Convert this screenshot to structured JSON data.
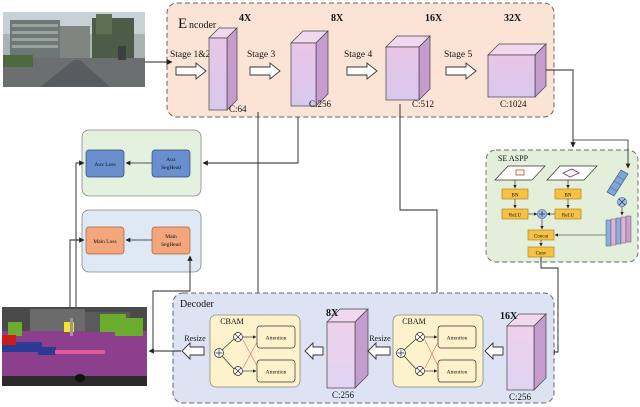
{
  "encoder": {
    "title_cap": "E",
    "title_rest": "ncoder",
    "scales": [
      "4X",
      "8X",
      "16X",
      "32X"
    ],
    "stages": [
      "Stage 1&2",
      "Stage 3",
      "Stage 4",
      "Stage 5"
    ],
    "channels": [
      "C:64",
      "C:256",
      "C:512",
      "C:1024"
    ]
  },
  "aux": {
    "loss": "Aux Loss",
    "head_line1": "Aux",
    "head_line2": "SegHead"
  },
  "main": {
    "loss": "Main Loss",
    "head_line1": "Main",
    "head_line2": "SegHead"
  },
  "aspp": {
    "title": "SE ASPP",
    "bn_left": "BN",
    "bn_right": "BN",
    "relu_left": "ReLU",
    "relu_right": "ReLU",
    "concat": "Concat",
    "conv": "Conv"
  },
  "decoder": {
    "title": "Decoder",
    "cbam": "CBAM",
    "attention": "Attention",
    "resize": "Resize",
    "scale_8x": "8X",
    "scale_16x": "16X",
    "channels": "C:256"
  },
  "colors": {
    "encoder_bg": "#fbe3d6",
    "decoder_bg": "#dde3f3",
    "aux_bg": "#e4f1df",
    "main_bg": "#dfe9f5",
    "aspp_bg": "#e3efdb",
    "cbam_bg": "#fdf2cc",
    "aux_head": "#6a8fce",
    "main_head": "#f3a67b",
    "aspp_block": "#f7c243",
    "cube_front": "#e5bfe2",
    "cube_side": "#c9a0cf"
  }
}
